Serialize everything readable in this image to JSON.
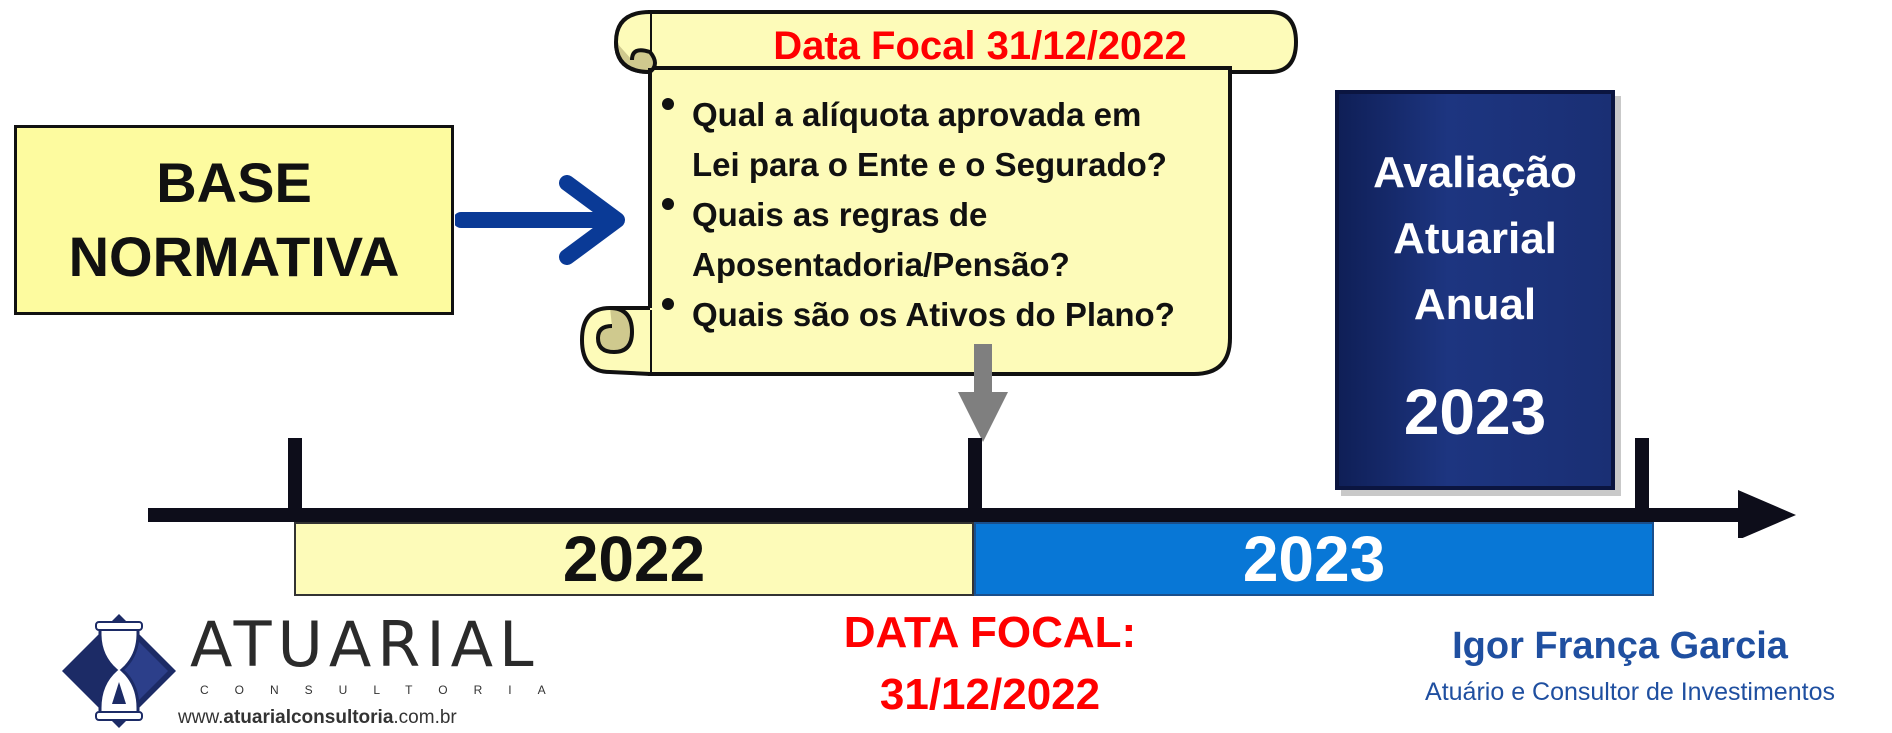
{
  "base": {
    "line1": "BASE",
    "line2": "NORMATIVA"
  },
  "scroll": {
    "title": "Data Focal 31/12/2022",
    "items": [
      {
        "line1": "Qual a alíquota aprovada em",
        "line2": "Lei para o Ente e o Segurado?"
      },
      {
        "line1": "Quais as regras de",
        "line2": "Aposentadoria/Pensão?"
      },
      {
        "line1": "Quais são os Ativos do Plano?",
        "line2": ""
      }
    ]
  },
  "book": {
    "line1": "Avaliação",
    "line2": "Atuarial",
    "line3": "Anual",
    "year": "2023"
  },
  "timeline": {
    "year_left": "2022",
    "year_right": "2023"
  },
  "focal": {
    "line1": "DATA FOCAL:",
    "line2": "31/12/2022"
  },
  "logo": {
    "word": "ATUARIAL",
    "sub": "CONSULTORIA",
    "url_prefix": "www.",
    "url_bold": "atuarialconsultoria",
    "url_suffix": ".com.br"
  },
  "author": {
    "name": "Igor França Garcia",
    "role": "Atuário e Consultor de Investimentos"
  },
  "colors": {
    "yellow": "#fdfb9f",
    "red": "#ff0000",
    "blue_bar": "#0877d6",
    "navy_book": "#1a2f74",
    "arrow_blue": "#0a3a96",
    "author_blue": "#1f4fa0"
  }
}
